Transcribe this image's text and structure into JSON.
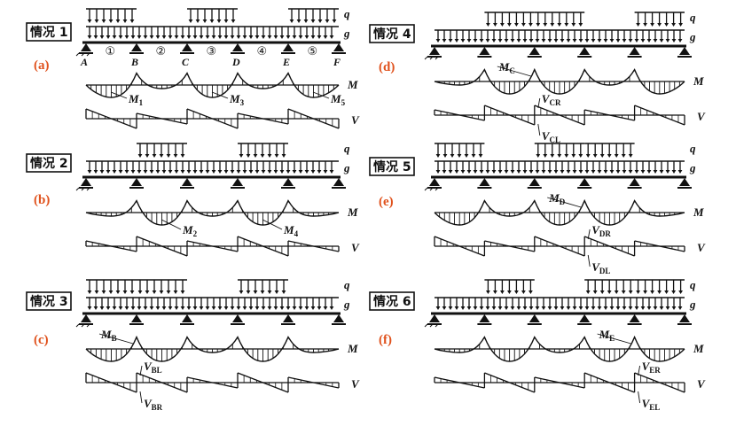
{
  "cases": [
    {
      "id": "1",
      "box_label": "情况 1",
      "letter": "(a)",
      "q_spans": [
        1,
        3,
        5
      ],
      "q_label": "q",
      "g_label": "g",
      "support_labels": [
        "A",
        "B",
        "C",
        "D",
        "E",
        "F"
      ],
      "span_labels": [
        "①",
        "②",
        "③",
        "④",
        "⑤"
      ],
      "m_label": "M",
      "v_label": "V",
      "annotations": [
        {
          "main": "M",
          "sub": "1"
        },
        {
          "main": "M",
          "sub": "3"
        },
        {
          "main": "M",
          "sub": "5"
        }
      ]
    },
    {
      "id": "2",
      "box_label": "情况 2",
      "letter": "(b)",
      "q_spans": [
        2,
        4
      ],
      "q_label": "q",
      "g_label": "g",
      "m_label": "M",
      "v_label": "V",
      "annotations": [
        {
          "main": "M",
          "sub": "2"
        },
        {
          "main": "M",
          "sub": "4"
        }
      ]
    },
    {
      "id": "3",
      "box_label": "情况 3",
      "letter": "(c)",
      "q_spans": [
        1,
        2,
        4
      ],
      "q_label": "q",
      "g_label": "g",
      "m_label": "M",
      "v_label": "V",
      "annotations": [
        {
          "main": "M",
          "sub": "B"
        },
        {
          "main": "V",
          "sub": "BL"
        },
        {
          "main": "V",
          "sub": "BR"
        }
      ]
    },
    {
      "id": "4",
      "box_label": "情况 4",
      "letter": "(d)",
      "q_spans": [
        2,
        3,
        5
      ],
      "q_label": "q",
      "g_label": "g",
      "m_label": "M",
      "v_label": "V",
      "annotations": [
        {
          "main": "M",
          "sub": "C"
        },
        {
          "main": "V",
          "sub": "CR"
        },
        {
          "main": "V",
          "sub": "CL"
        }
      ]
    },
    {
      "id": "5",
      "box_label": "情况 5",
      "letter": "(e)",
      "q_spans": [
        1,
        3,
        4
      ],
      "q_label": "q",
      "g_label": "g",
      "m_label": "M",
      "v_label": "V",
      "annotations": [
        {
          "main": "M",
          "sub": "D"
        },
        {
          "main": "V",
          "sub": "DR"
        },
        {
          "main": "V",
          "sub": "DL"
        }
      ]
    },
    {
      "id": "6",
      "box_label": "情况 6",
      "letter": "(f)",
      "q_spans": [
        2,
        4,
        5
      ],
      "q_label": "q",
      "g_label": "g",
      "m_label": "M",
      "v_label": "V",
      "annotations": [
        {
          "main": "M",
          "sub": "E"
        },
        {
          "main": "V",
          "sub": "ER"
        },
        {
          "main": "V",
          "sub": "EL"
        }
      ]
    }
  ],
  "colors": {
    "ink": "#111111",
    "case_letter": "#e0521d",
    "background": "#ffffff"
  }
}
